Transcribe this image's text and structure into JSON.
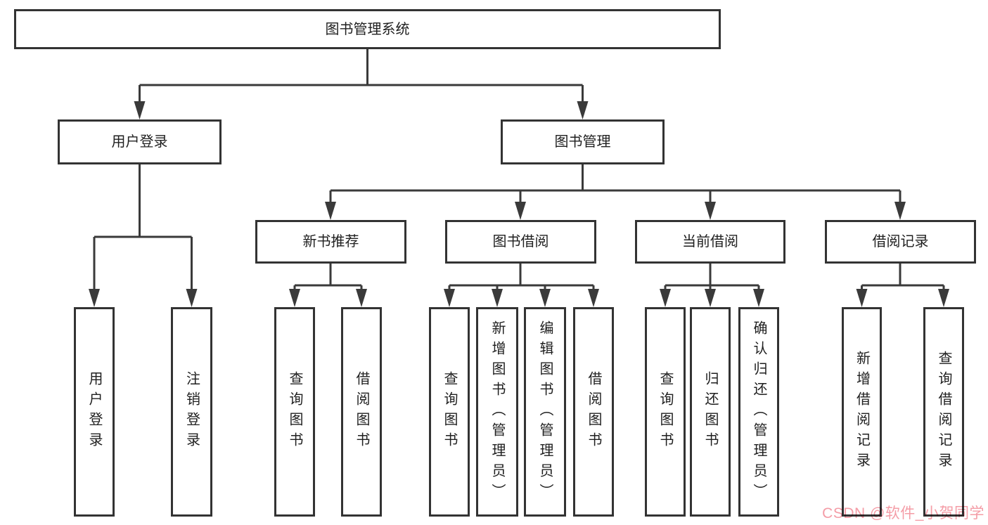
{
  "diagram": {
    "label": "图书管理系统",
    "children": [
      {
        "label": "用户登录",
        "children": [
          {
            "label": "用户登录"
          },
          {
            "label": "注销登录"
          }
        ]
      },
      {
        "label": "图书管理",
        "children": [
          {
            "label": "新书推荐",
            "children": [
              {
                "label": "查询图书"
              },
              {
                "label": "借阅图书"
              }
            ]
          },
          {
            "label": "图书借阅",
            "children": [
              {
                "label": "查询图书"
              },
              {
                "label": "新增图书（管理员）"
              },
              {
                "label": "编辑图书（管理员）"
              },
              {
                "label": "借阅图书"
              }
            ]
          },
          {
            "label": "当前借阅",
            "children": [
              {
                "label": "查询图书"
              },
              {
                "label": "归还图书"
              },
              {
                "label": "确认归还（管理员）"
              }
            ]
          },
          {
            "label": "借阅记录",
            "children": [
              {
                "label": "新增借阅记录"
              },
              {
                "label": "查询借阅记录"
              }
            ]
          }
        ]
      }
    ]
  },
  "watermark": {
    "text": "CSDN @软件_小贺同学",
    "color": "#f49ca6"
  },
  "colors": {
    "line": "#3a3a3a",
    "box_border": "#333333",
    "text": "#1f1f1f",
    "background": "#ffffff"
  }
}
